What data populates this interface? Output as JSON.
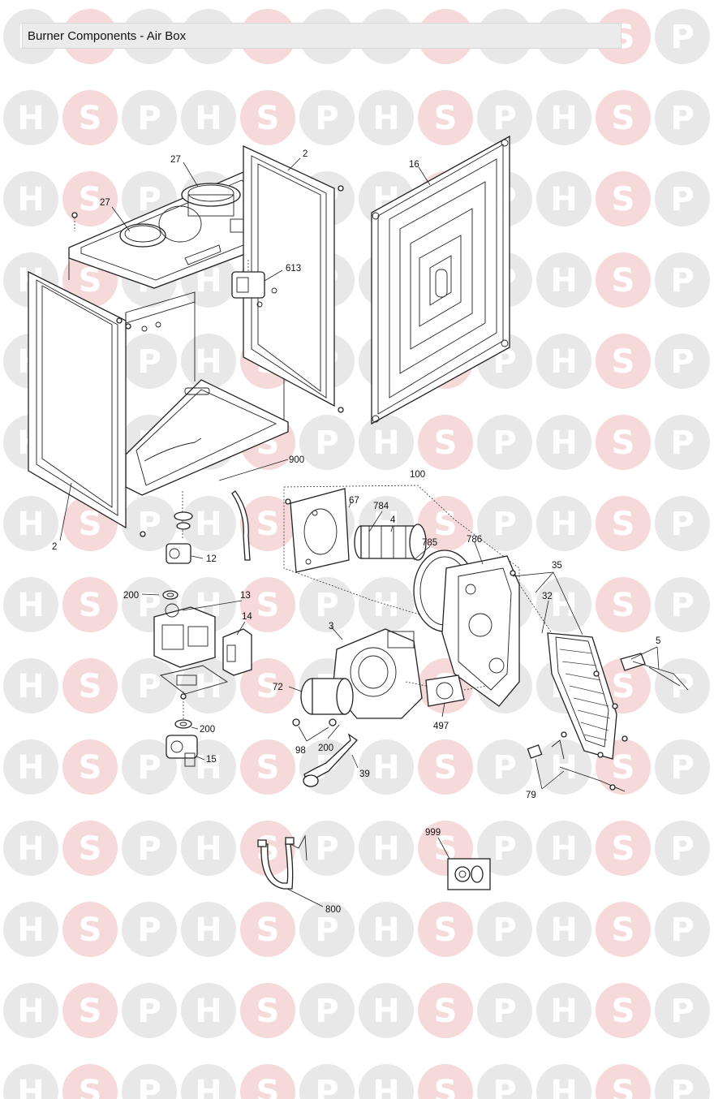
{
  "title": "Burner Components - Air Box",
  "watermark_letters": [
    "H",
    "S",
    "P"
  ],
  "colors": {
    "watermark": "#e8e8e8",
    "watermark_accent": "#f6d9d9",
    "title_bar": "#ebebeb"
  },
  "labels": {
    "l27a": "27",
    "l27b": "27",
    "l2a": "2",
    "l16": "16",
    "l613": "613",
    "l900": "900",
    "l2b": "2",
    "l100": "100",
    "l67": "67",
    "l784": "784",
    "l4": "4",
    "l785": "785",
    "l786": "786",
    "l12": "12",
    "l35": "35",
    "l200a": "200",
    "l13": "13",
    "l14": "14",
    "l32": "32",
    "l3": "3",
    "l5": "5",
    "l72": "72",
    "l200b": "200",
    "l497": "497",
    "l98": "98",
    "l200c": "200",
    "l15": "15",
    "l39": "39",
    "l79": "79",
    "l999": "999",
    "l800": "800"
  }
}
